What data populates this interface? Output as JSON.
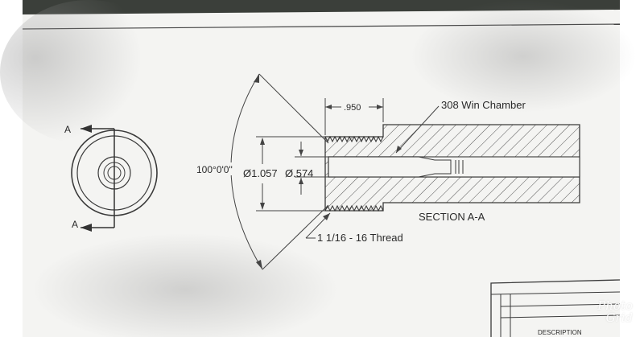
{
  "drawing": {
    "dim_top_width": ".950",
    "callout_chamber": "308 Win Chamber",
    "angle_label": "100°0'0\"",
    "dia_outer": "Ø1.057",
    "dia_bore": "Ø.574",
    "thread_callout": "1 1/16 - 16 Thread",
    "section_label": "SECTION A-A",
    "section_marker_top": "A",
    "section_marker_bottom": "A",
    "title_block_label": "DESCRIPTION"
  },
  "watermark": {
    "line1": "Photo",
    "line2": "Grid"
  },
  "colors": {
    "paper": "#ffffff",
    "ink": "#3a3a3a",
    "hatch": "#555555",
    "dark_band": "#3b3f3a"
  }
}
